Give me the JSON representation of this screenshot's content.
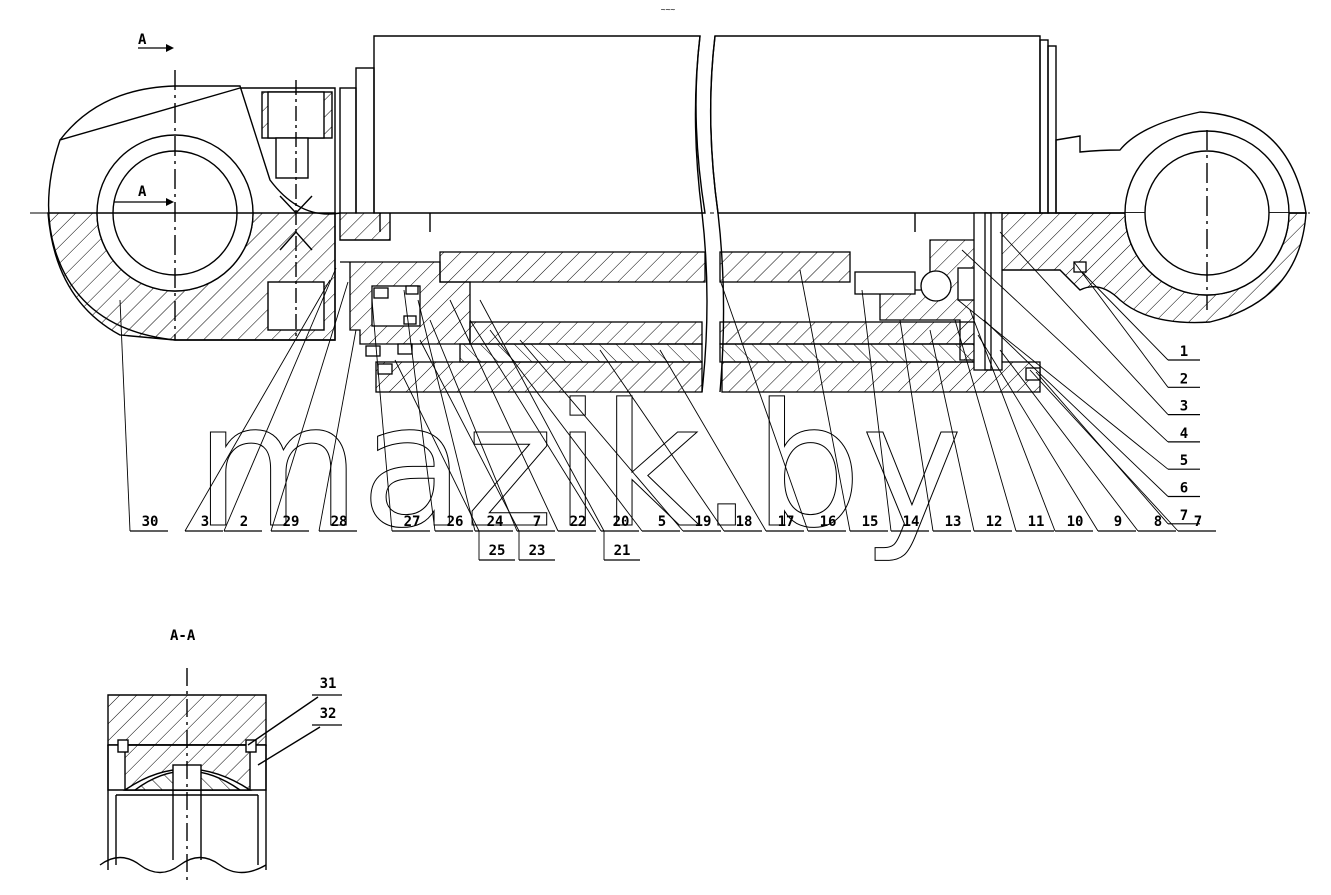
{
  "header_mark": "~~~",
  "section_marks": {
    "top": "A",
    "middle": "A"
  },
  "section_title": "A-A",
  "watermark": "mazik.by",
  "callouts_right": [
    "1",
    "2",
    "3",
    "4",
    "5",
    "6",
    "7"
  ],
  "callouts_bottom": [
    "30",
    "3",
    "2",
    "29",
    "28",
    "27",
    "26",
    "24",
    "7",
    "22",
    "20",
    "5",
    "19",
    "18",
    "17",
    "16",
    "15",
    "14",
    "13",
    "12",
    "11",
    "10",
    "9",
    "8",
    "7"
  ],
  "callouts_bottom_row2": [
    "25",
    "23",
    "21"
  ],
  "callouts_section": [
    "31",
    "32"
  ]
}
